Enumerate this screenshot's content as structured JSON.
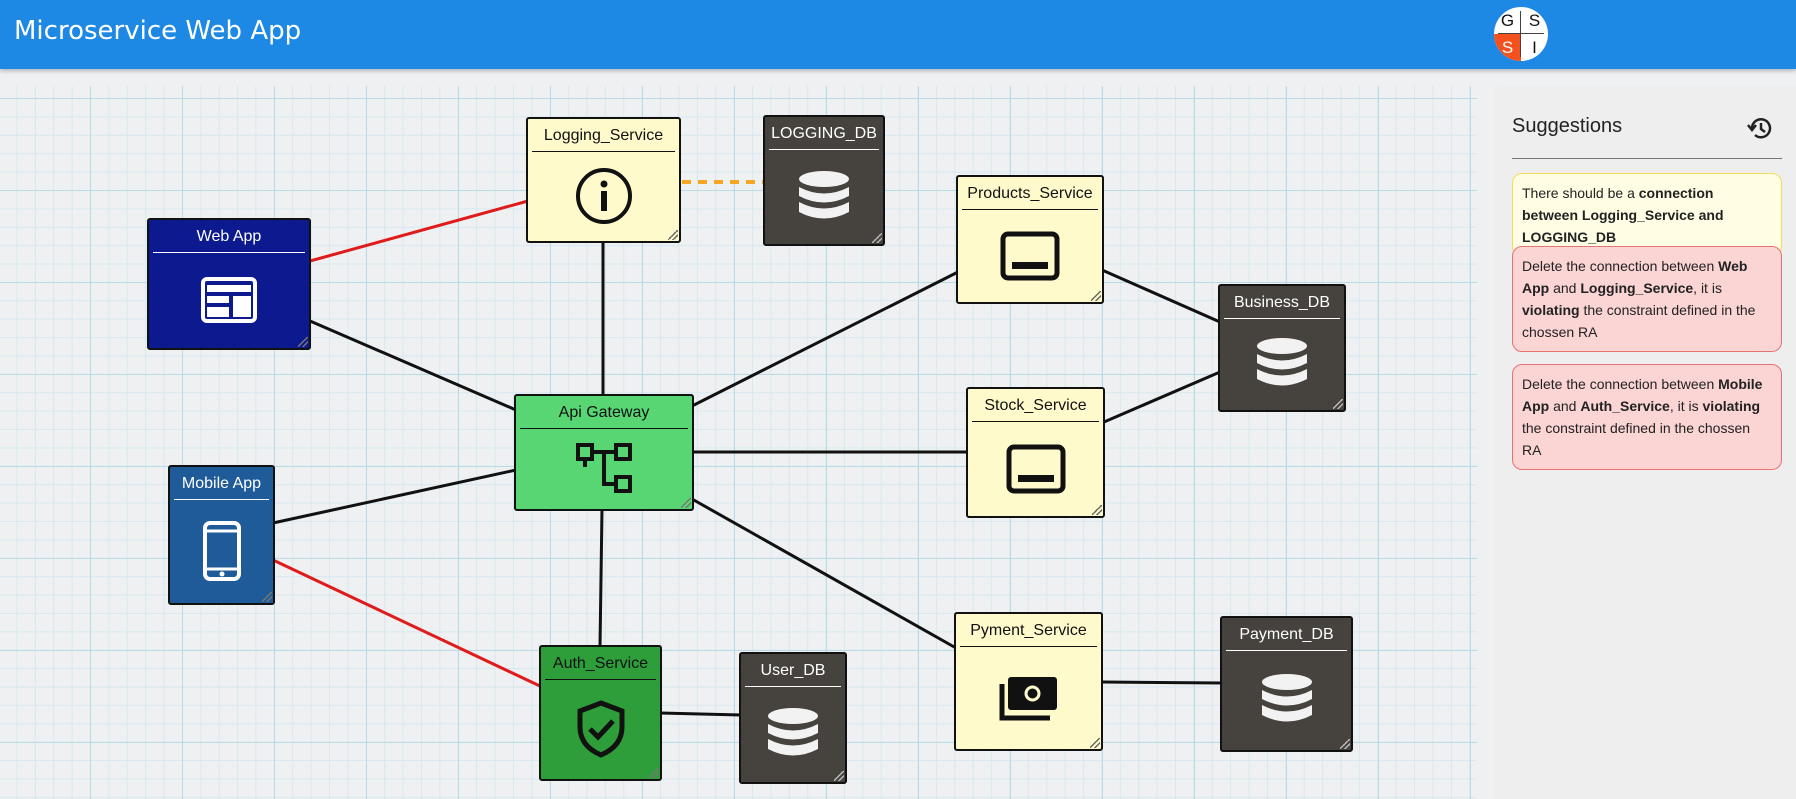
{
  "app": {
    "title": "Microservice Web App"
  },
  "logo": {
    "top_left": "G",
    "top_right": "S",
    "bottom_left": "S",
    "bottom_right": "I"
  },
  "nodes": {
    "logging_service": "Logging_Service",
    "logging_db": "LOGGING_DB",
    "web_app": "Web App",
    "products_service": "Products_Service",
    "business_db": "Business_DB",
    "api_gateway": "Api Gateway",
    "stock_service": "Stock_Service",
    "mobile_app": "Mobile App",
    "auth_service": "Auth_Service",
    "user_db": "User_DB",
    "pyment_service": "Pyment_Service",
    "payment_db": "Payment_DB"
  },
  "colors": {
    "topbar": "#1e88e5",
    "service": "#fefacb",
    "database": "#46423d",
    "web_app": "#0d1a8f",
    "mobile_app": "#1f5a99",
    "gateway": "#57d673",
    "auth": "#2e9e3a",
    "violation_edge": "#e01b1b",
    "suggested_edge": "#f5a623",
    "normal_edge": "#111111"
  },
  "icons": {
    "logging_service": "info-icon",
    "logging_db": "database-icon",
    "web_app": "web-layout-icon",
    "products_service": "window-icon",
    "business_db": "database-icon",
    "api_gateway": "hierarchy-icon",
    "stock_service": "window-icon",
    "mobile_app": "smartphone-icon",
    "auth_service": "shield-check-icon",
    "user_db": "database-icon",
    "pyment_service": "money-icon",
    "payment_db": "database-icon",
    "history": "history-icon"
  },
  "panel": {
    "title": "Suggestions",
    "suggestions": [
      {
        "type": "warning",
        "p1": "There should be a ",
        "b1": "connection between Logging_Service and LOGGING_DB"
      },
      {
        "type": "error",
        "p1": "Delete the connection between ",
        "b1": "Web App",
        "p2": " and ",
        "b2": "Logging_Service",
        "p3": ", it is ",
        "b3": "violating",
        "p4": " the constraint defined in the chossen RA"
      },
      {
        "type": "error",
        "p1": "Delete the connection between ",
        "b1": "Mobile App",
        "p2": " and ",
        "b2": "Auth_Service",
        "p3": ", it is ",
        "b3": "violating",
        "p4": " the constraint defined in the chossen RA"
      }
    ]
  }
}
